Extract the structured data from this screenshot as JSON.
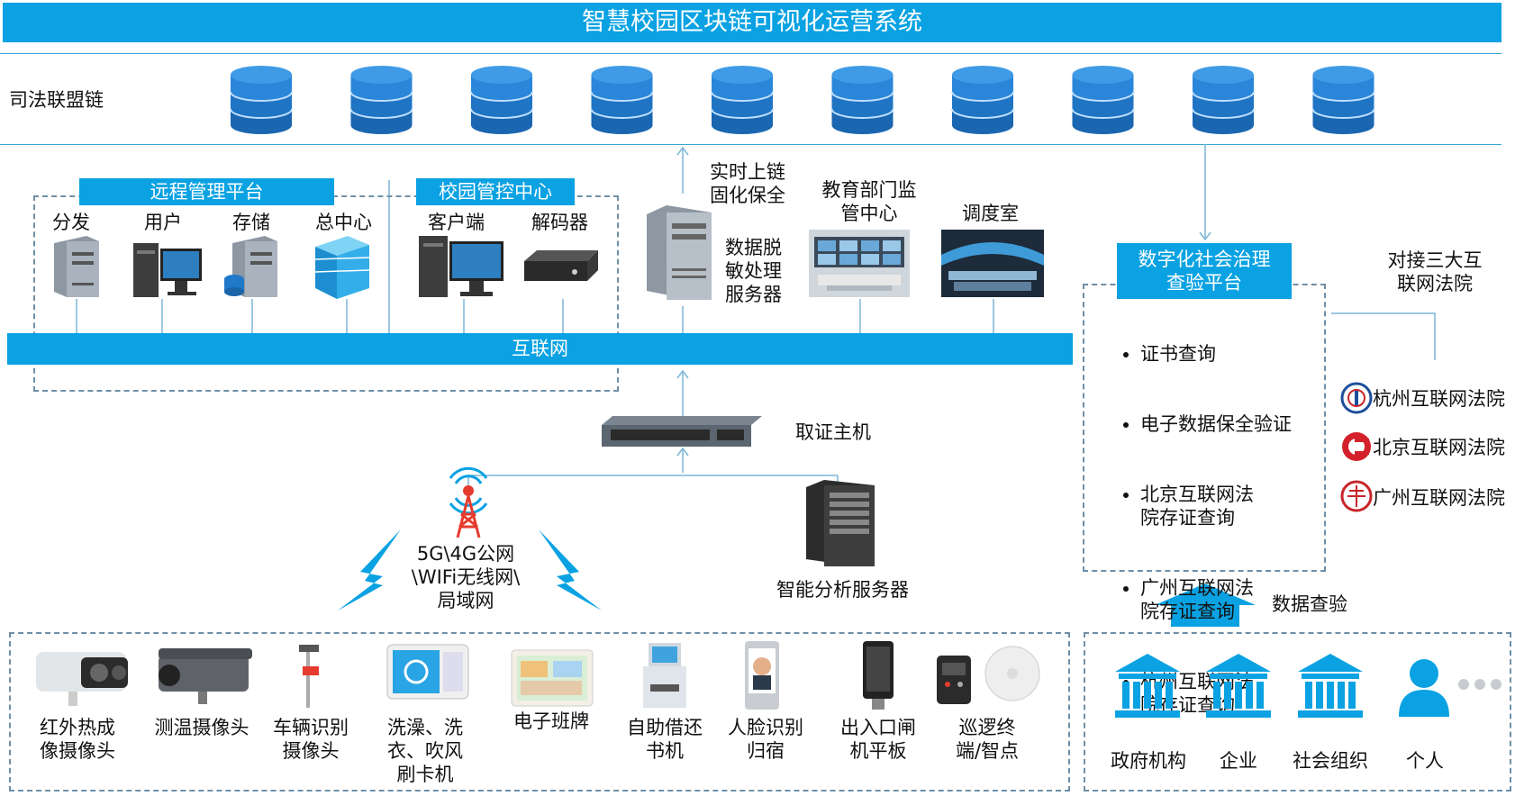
{
  "title": "智慧校园区块链可视化运营系统",
  "chain": {
    "label": "司法联盟链",
    "db_count": 10
  },
  "remote": {
    "header": "远程管理平台",
    "items": [
      "分发",
      "用户",
      "存储",
      "总中心"
    ]
  },
  "campus": {
    "header": "校园管控中心",
    "items": [
      "客户端",
      "解码器"
    ]
  },
  "realtime_label": "实时上链\n固化保全",
  "desens_label": "数据脱\n敏处理\n服务器",
  "edu_label": "教育部门监\n管中心",
  "dispatch_label": "调度室",
  "internet": "互联网",
  "evidence_host": "取证主机",
  "network_label": "5G\\4G公网\n\\WIFi无线网\\\n局域网",
  "analysis_server": "智能分析服务器",
  "devices": [
    "红外热成\n像摄像头",
    "测温摄像头",
    "车辆识别\n摄像头",
    "洗澡、洗\n衣、吹风\n刷卡机",
    "电子班牌",
    "自助借还\n书机",
    "人脸识别\n归宿",
    "出入口闸\n机平板",
    "巡逻终\n端/智点"
  ],
  "platform": {
    "header": "数字化社会治理\n查验平台",
    "items": [
      "证书查询",
      "电子数据保全验证",
      "北京互联网法\n院存证查询",
      "广州互联网法\n院存证查询",
      "杭州互联网法\n院存证查询"
    ]
  },
  "courts": {
    "header": "对接三大互\n联网法院",
    "items": [
      "杭州互联网法院",
      "北京互联网法院",
      "广州互联网法院"
    ]
  },
  "verify_label": "数据查验",
  "parties": [
    "政府机构",
    "企业",
    "社会组织",
    "个人"
  ],
  "colors": {
    "accent": "#0aa2e2",
    "db": "#1f78c8",
    "dash": "#6f8fa6"
  }
}
